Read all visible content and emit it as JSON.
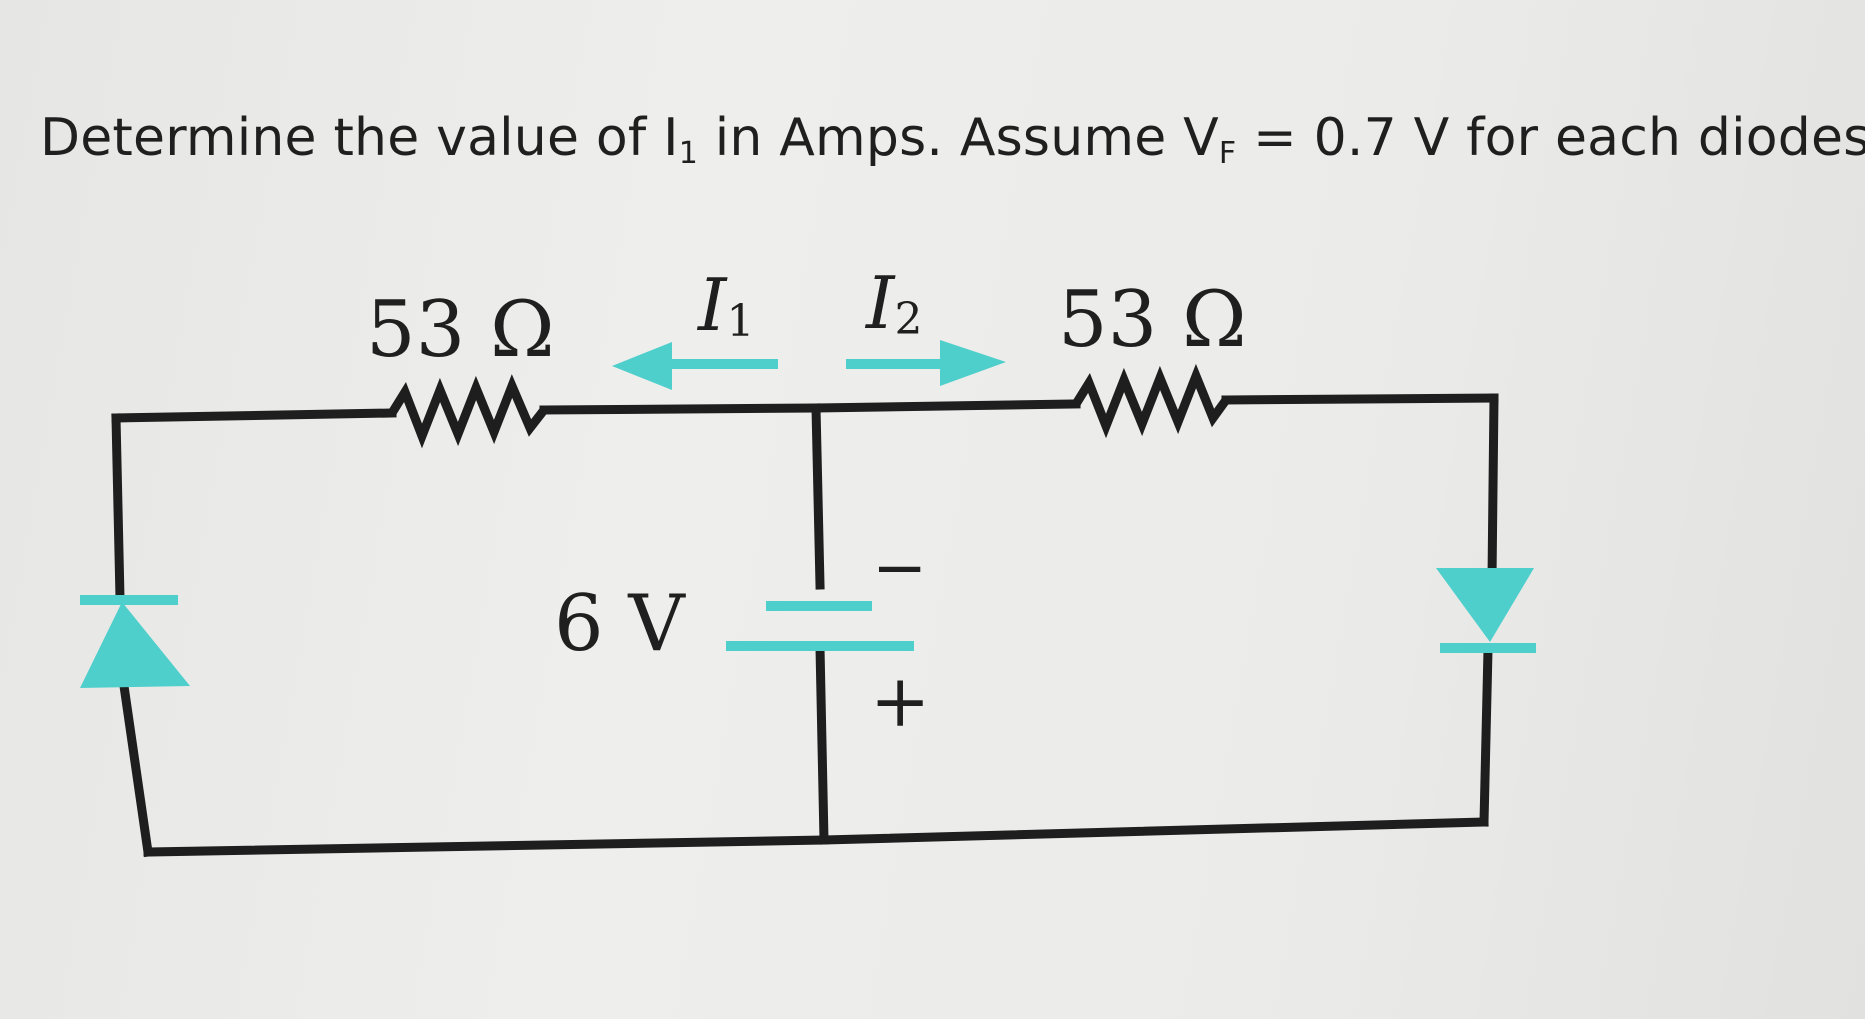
{
  "question": {
    "part1": "Determine the value of I",
    "sub1": "1",
    "part2": " in Amps. Assume V",
    "subF": "F",
    "part3": " = 0.7 V for each diodes."
  },
  "circuit": {
    "left_resistor": "53 Ω",
    "right_resistor": "53 Ω",
    "current_left": {
      "symbol": "I",
      "sub": "1",
      "direction": "left"
    },
    "current_right": {
      "symbol": "I",
      "sub": "2",
      "direction": "right"
    },
    "source_voltage": "6 V",
    "source_minus": "−",
    "source_plus": "+",
    "diode_left": "pointing-up",
    "diode_right": "pointing-down"
  },
  "colors": {
    "wire": "#1e1e1e",
    "accent": "#4ecfcc",
    "text": "#1f1f1f"
  }
}
